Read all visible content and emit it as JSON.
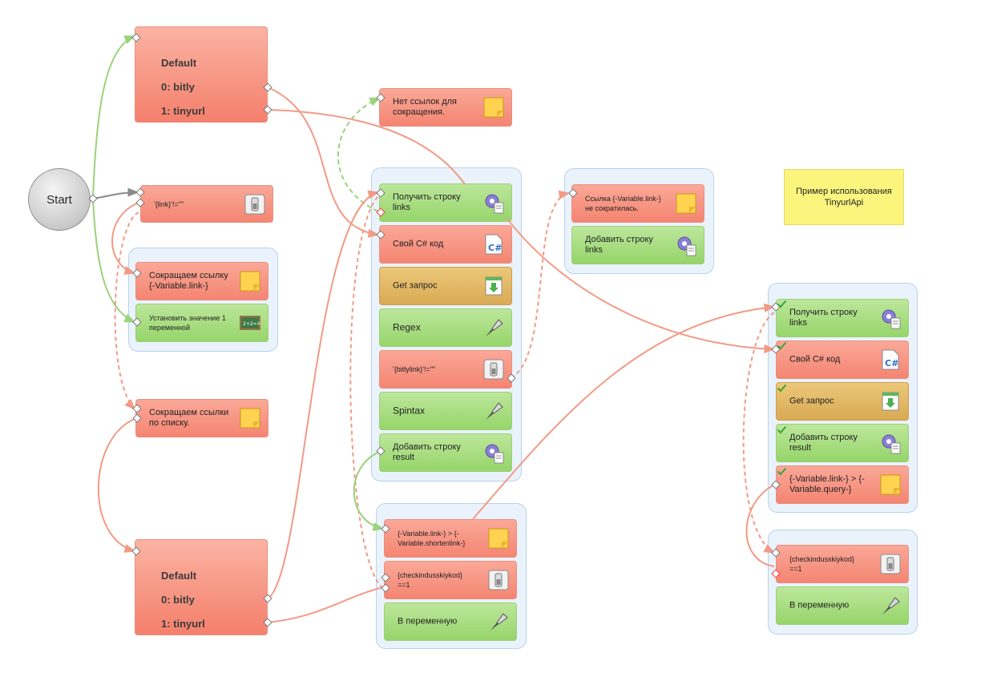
{
  "start": {
    "label": "Start"
  },
  "comment": {
    "text": "Пример использования\nTinyurlApi"
  },
  "switch1": {
    "title": "Default",
    "opt0": "0: bitly",
    "opt1": "1: tinyurl"
  },
  "switch2": {
    "title": "Default",
    "opt0": "0: bitly",
    "opt1": "1: tinyurl"
  },
  "cond_link": "'{link}'!=\"\"",
  "group_a": {
    "note": "Сокращаем ссылку\n{-Variable.link-}",
    "setvar": "Установить значение 1\nпеременной"
  },
  "note_list": "Сокращаем ссылки\nпо списку.",
  "note_nolinks": "Нет ссылок для\nсокращения.",
  "group_b": {
    "getline": "Получить строку\nlinks",
    "csharp": "Свой C# код",
    "getreq": "Get запрос",
    "regex": "Regex",
    "cond": "'{bitlylink}'!=\"\"",
    "spintax": "Spintax",
    "addline": "Добавить строку\nresult"
  },
  "group_c": {
    "note": "Ссылка {-Variable.link-}\nне сократилась.",
    "addline": "Добавить строку\nlinks"
  },
  "group_d": {
    "note": "{-Variable.link-} > {-\nVariable.shortenlink-}",
    "cond": "{checkindusskiykod}\n==1",
    "tovar": "В переменную"
  },
  "group_e": {
    "getline": "Получить строку\nlinks",
    "csharp": "Свой C# код",
    "getreq": "Get запрос",
    "addline": "Добавить строку\nresult",
    "note": "{-Variable.link-} > {-\nVariable.query-}"
  },
  "group_f": {
    "cond": "{checkindusskiykod}\n==1",
    "tovar": "В переменную"
  },
  "icons": {
    "cond": "toggle-switch-icon",
    "note": "sticky-note-icon",
    "setvar": "chalkboard-icon",
    "gear": "gear-document-icon",
    "csharp": "csharp-file-icon",
    "download": "download-arrow-icon",
    "pen": "fountain-pen-icon"
  },
  "colors": {
    "action_red": "#f48572",
    "action_green": "#96d56b",
    "action_gold": "#d9aa54",
    "group_bg": "#eaf3fc",
    "wire_success": "#f29a85",
    "wire_alt": "#9bd27b",
    "comment_bg": "#fbf57e"
  }
}
